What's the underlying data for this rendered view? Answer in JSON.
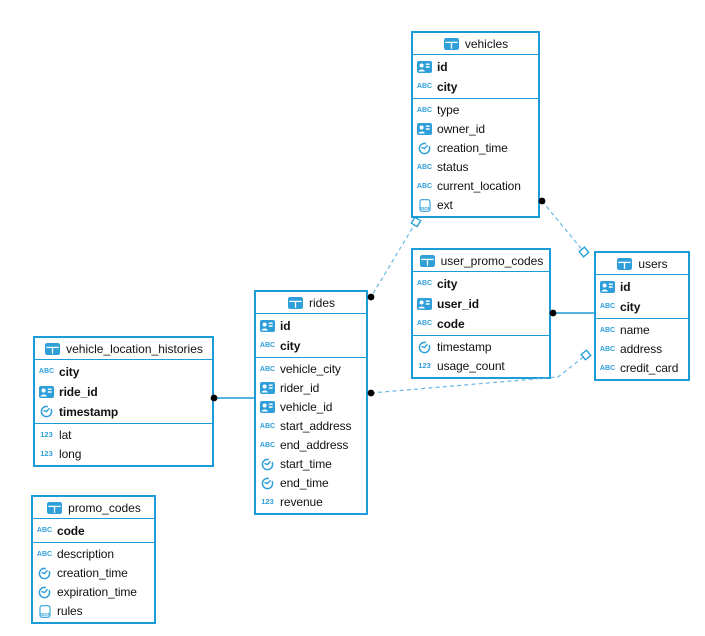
{
  "diagram": {
    "colors": {
      "table_border": "#1b9bd7",
      "icon_blue": "#2f9fd9",
      "dashed_line": "#67b8e4",
      "solid_line": "#1b9bd7",
      "endpoint_dot": "#000000",
      "text": "#111111"
    },
    "icon_glyphs": {
      "text_type": "ABC",
      "number_type": "123",
      "json_type": "JSON"
    },
    "tables": [
      {
        "name": "vehicles",
        "primary": [
          {
            "type": "id",
            "label": "id"
          },
          {
            "type": "text",
            "label": "city"
          }
        ],
        "fields": [
          {
            "type": "text",
            "label": "type"
          },
          {
            "type": "id",
            "label": "owner_id"
          },
          {
            "type": "time",
            "label": "creation_time"
          },
          {
            "type": "text",
            "label": "status"
          },
          {
            "type": "text",
            "label": "current_location"
          },
          {
            "type": "json",
            "label": "ext"
          }
        ]
      },
      {
        "name": "user_promo_codes",
        "primary": [
          {
            "type": "text",
            "label": "city"
          },
          {
            "type": "id",
            "label": "user_id"
          },
          {
            "type": "text",
            "label": "code"
          }
        ],
        "fields": [
          {
            "type": "time",
            "label": "timestamp"
          },
          {
            "type": "number",
            "label": "usage_count"
          }
        ]
      },
      {
        "name": "users",
        "primary": [
          {
            "type": "id",
            "label": "id"
          },
          {
            "type": "text",
            "label": "city"
          }
        ],
        "fields": [
          {
            "type": "text",
            "label": "name"
          },
          {
            "type": "text",
            "label": "address"
          },
          {
            "type": "text",
            "label": "credit_card"
          }
        ]
      },
      {
        "name": "rides",
        "primary": [
          {
            "type": "id",
            "label": "id"
          },
          {
            "type": "text",
            "label": "city"
          }
        ],
        "fields": [
          {
            "type": "text",
            "label": "vehicle_city"
          },
          {
            "type": "id",
            "label": "rider_id"
          },
          {
            "type": "id",
            "label": "vehicle_id"
          },
          {
            "type": "text",
            "label": "start_address"
          },
          {
            "type": "text",
            "label": "end_address"
          },
          {
            "type": "time",
            "label": "start_time"
          },
          {
            "type": "time",
            "label": "end_time"
          },
          {
            "type": "number",
            "label": "revenue"
          }
        ]
      },
      {
        "name": "vehicle_location_histories",
        "primary": [
          {
            "type": "text",
            "label": "city"
          },
          {
            "type": "id",
            "label": "ride_id"
          },
          {
            "type": "time",
            "label": "timestamp"
          }
        ],
        "fields": [
          {
            "type": "number",
            "label": "lat"
          },
          {
            "type": "number",
            "label": "long"
          }
        ]
      },
      {
        "name": "promo_codes",
        "primary": [
          {
            "type": "text",
            "label": "code"
          }
        ],
        "fields": [
          {
            "type": "text",
            "label": "description"
          },
          {
            "type": "time",
            "label": "creation_time"
          },
          {
            "type": "time",
            "label": "expiration_time"
          },
          {
            "type": "json",
            "label": "rules"
          }
        ]
      }
    ],
    "relationships": [
      {
        "from": "vehicle_location_histories",
        "to": "rides",
        "style": "solid"
      },
      {
        "from": "user_promo_codes",
        "to": "users",
        "style": "solid"
      },
      {
        "from": "vehicles",
        "to": "rides",
        "style": "dashed"
      },
      {
        "from": "vehicles",
        "to": "users",
        "style": "dashed"
      },
      {
        "from": "rides",
        "to": "users",
        "style": "dashed"
      }
    ]
  }
}
